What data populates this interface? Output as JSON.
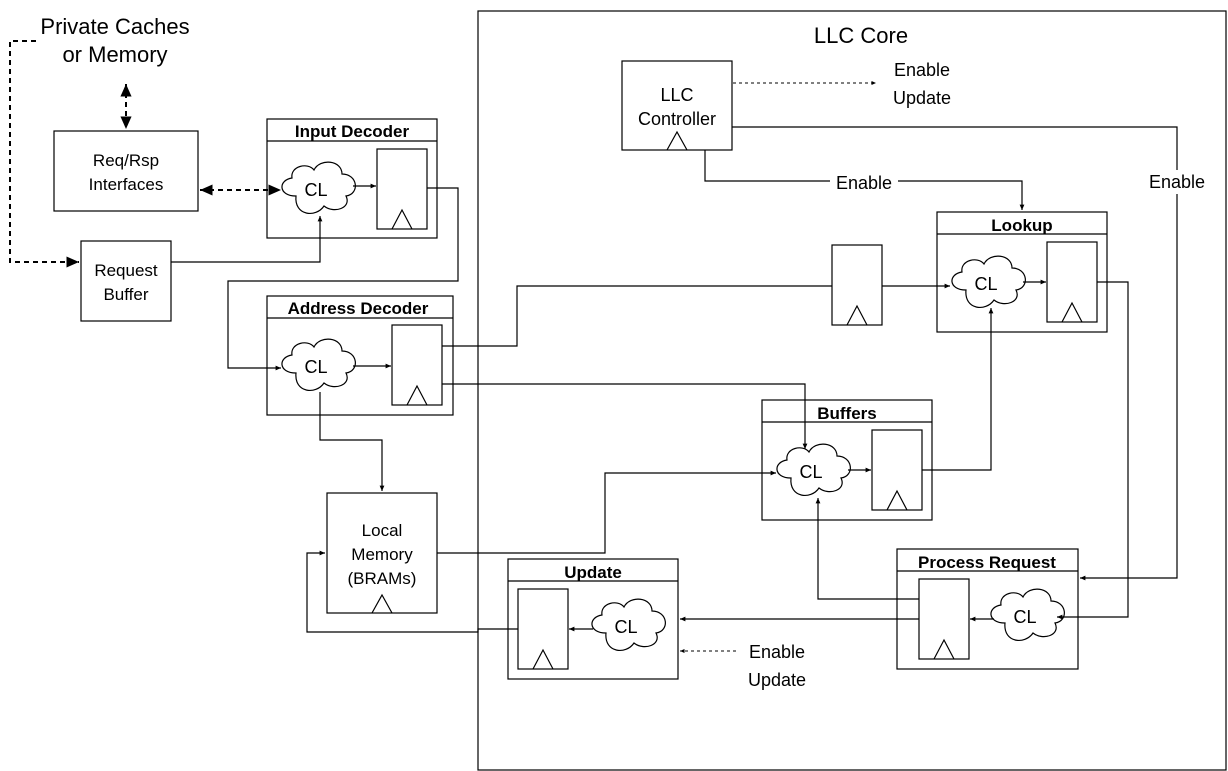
{
  "title": "LLC Core",
  "external": {
    "private_caches_line1": "Private Caches",
    "private_caches_line2": "or Memory",
    "reqrsp_line1": "Req/Rsp",
    "reqrsp_line2": "Interfaces",
    "request_buffer_line1": "Request",
    "request_buffer_line2": "Buffer",
    "local_memory_line1": "Local",
    "local_memory_line2": "Memory",
    "local_memory_line3": "(BRAMs)"
  },
  "blocks": {
    "input_decoder": "Input Decoder",
    "address_decoder": "Address Decoder",
    "lookup": "Lookup",
    "buffers": "Buffers",
    "process_request": "Process Request",
    "update": "Update"
  },
  "controller": {
    "line1": "LLC",
    "line2": "Controller"
  },
  "cl_label": "CL",
  "signals": {
    "enable": "Enable",
    "update": "Update"
  }
}
